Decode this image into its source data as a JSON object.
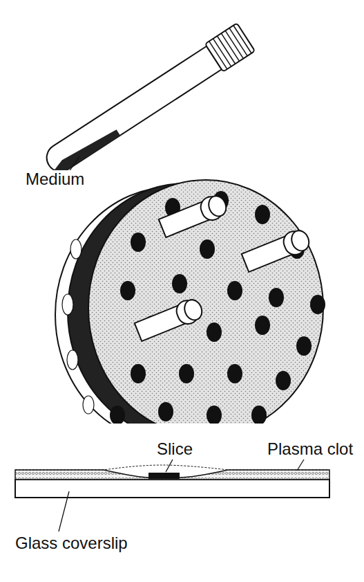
{
  "diagram": {
    "labels": [
      "Medium",
      "Slice",
      "Plasma clot",
      "Glass coverslip"
    ]
  }
}
